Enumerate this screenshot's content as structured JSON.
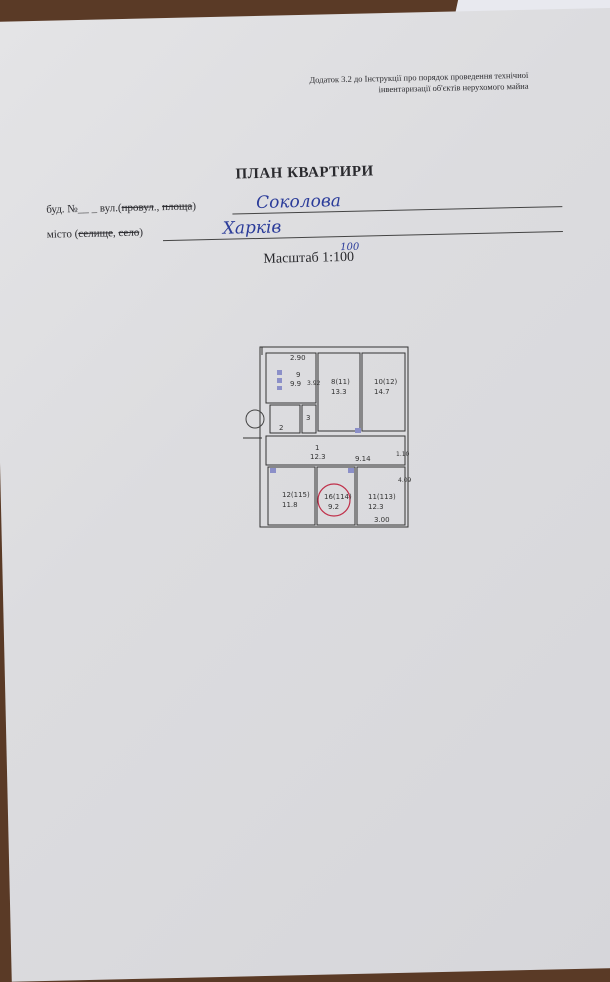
{
  "header": {
    "appendix_line1": "Додаток 3.2 до Інструкції про порядок проведення технічної",
    "appendix_line2": "інвентаризації об'єктів нерухомого майна",
    "title": "ПЛАН КВАРТИРИ"
  },
  "address": {
    "building_label": "буд. №",
    "street_label": "вул.(",
    "street_struck1": "провул",
    "street_mid": "., ",
    "street_struck2": "площа",
    "street_end": ")",
    "street_value": "Соколова",
    "city_label": "місто (",
    "city_struck1": "селище",
    "city_mid": ", ",
    "city_struck2": "село",
    "city_end": ")",
    "city_value": "Харків"
  },
  "scale": {
    "label": "Масштаб 1:",
    "printed": "100",
    "handwritten": "100"
  },
  "plan": {
    "rooms": [
      {
        "num": "9",
        "area": "9.9"
      },
      {
        "num": "8(11)",
        "area": "13.3"
      },
      {
        "num": "10(12)",
        "area": "14.7"
      },
      {
        "num": "1",
        "area": "12.3"
      },
      {
        "num": "2",
        "area": ""
      },
      {
        "num": "3",
        "area": ""
      },
      {
        "num": "12(115)",
        "area": "11.8"
      },
      {
        "num": "16(114)",
        "area": "9.2"
      },
      {
        "num": "11(113)",
        "area": "12.3"
      }
    ],
    "dimensions": [
      "2.90",
      "3.92",
      "9.14",
      "1.10",
      "4.09",
      "3.00"
    ]
  },
  "colors": {
    "ink": "#2b3c9a",
    "circle": "#c0304a"
  }
}
